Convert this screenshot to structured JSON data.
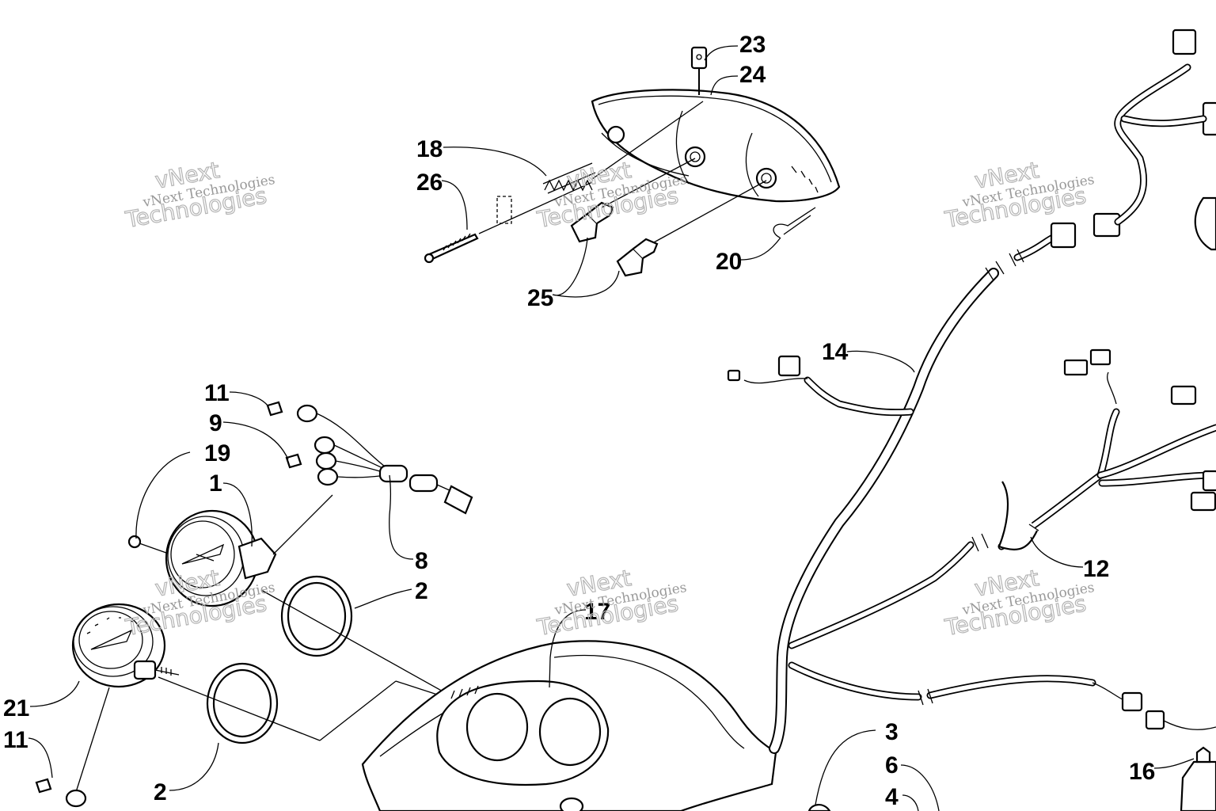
{
  "diagram": {
    "callouts": [
      {
        "id": "c23",
        "label": "23"
      },
      {
        "id": "c24",
        "label": "24"
      },
      {
        "id": "c18",
        "label": "18"
      },
      {
        "id": "c26",
        "label": "26"
      },
      {
        "id": "c20",
        "label": "20"
      },
      {
        "id": "c25",
        "label": "25"
      },
      {
        "id": "c14",
        "label": "14"
      },
      {
        "id": "c11a",
        "label": "11"
      },
      {
        "id": "c9",
        "label": "9"
      },
      {
        "id": "c19",
        "label": "19"
      },
      {
        "id": "c1",
        "label": "1"
      },
      {
        "id": "c8",
        "label": "8"
      },
      {
        "id": "c2a",
        "label": "2"
      },
      {
        "id": "c17",
        "label": "17"
      },
      {
        "id": "c12",
        "label": "12"
      },
      {
        "id": "c21",
        "label": "21"
      },
      {
        "id": "c11b",
        "label": "11"
      },
      {
        "id": "c2b",
        "label": "2"
      },
      {
        "id": "c3",
        "label": "3"
      },
      {
        "id": "c6",
        "label": "6"
      },
      {
        "id": "c4",
        "label": "4"
      },
      {
        "id": "c16",
        "label": "16"
      }
    ],
    "watermark": {
      "line1": "vNext",
      "line2": "vNext Technologies",
      "line3": "Technologies"
    }
  }
}
